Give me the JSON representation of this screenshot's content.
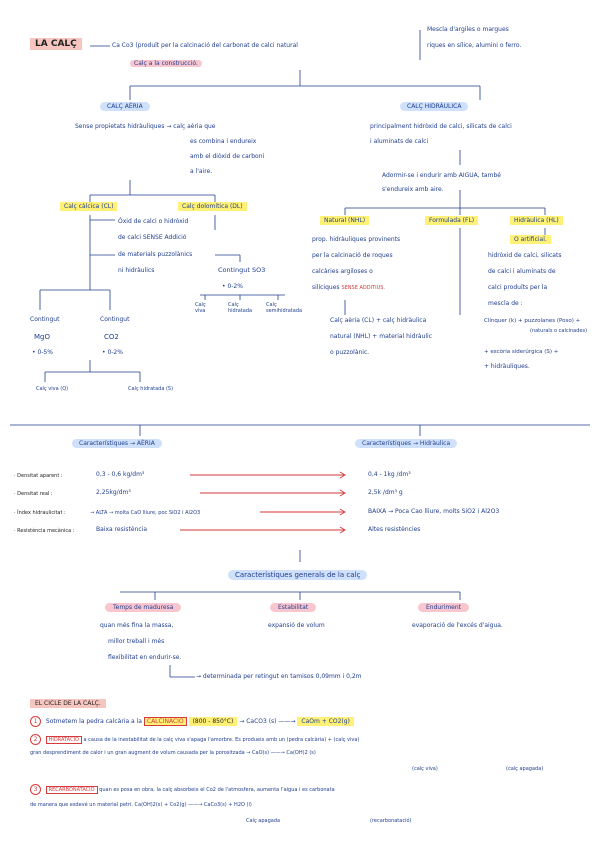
{
  "title": {
    "label": "LA CALÇ",
    "def1": "Ca Co3 (produït per la calcinació del carbonat de calci natural",
    "def2": "Calç a la construcció."
  },
  "note": {
    "l1": "Mescla d'argiles o margues",
    "l2": "riques en sílice, alumini o ferro."
  },
  "aerea": {
    "title": "CALÇ AÈRIA",
    "desc1": "Sense propietats hidràuliques → calç aèria que",
    "desc2": "es combina i endureix",
    "desc3": "amb el diòxid de carboni",
    "desc4": "a l'aire.",
    "calcica": "Calç càlcica (CL)",
    "dolomitica": "Calç dolomítica (DL)",
    "cd1": "Òxid de calci o hidròxid",
    "cd2": "de calci SENSE Addició",
    "cd3": "de materials puzzolànics",
    "cd4": "ni hidràulics",
    "so3": "Contingut SO3",
    "so3v": "• 0-2%",
    "viva": "Calç viva",
    "hidratada": "Calç hidratada",
    "semi": "Calç semihidratada",
    "mgo_t": "Contingut",
    "mgo": "MgO",
    "mgo_v": "• 0-5%",
    "co2_t": "Contingut",
    "co2": "CO2",
    "co2_v": "• 0-2%",
    "viva_q": "Calç viva (Q)",
    "hidratada_s": "Calç hidratada (S)"
  },
  "hidraulica": {
    "title": "CALÇ HIDRÀULICA",
    "d1": "principalment hidròxid de calci, silicats de calci",
    "d2": "i aluminats de calci",
    "d3": "Adormir-se i endurir amb AIGUA, també",
    "d4": "s'endureix amb aire.",
    "natural": "Natural (NHL)",
    "formulada": "Formulada (FL)",
    "hidra": "Hidràulica (HL)",
    "n1": "prop. hidràuliques provinents",
    "n2": "per la calcinació de roques",
    "n3": "calcàries argiloses o",
    "n4": "silíciques",
    "n4b": "SENSE ADDITIUS.",
    "f1": "Calç aèria (CL) + calç hidràulica",
    "f2": "natural (NHL) + material hidràulic",
    "f3": "o puzzolànic.",
    "o_art": "O artificial.",
    "h1": "hidròxid de calci, silicats",
    "h2": "de calci i aluminats de",
    "h3": "calci produïts per la",
    "h4": "mescla de :",
    "h5": "Clínquer (k) + puzzolanes (Poso) +",
    "h6": "(naturals o calcinades)",
    "h7": "+ escòria siderúrgica (S) +",
    "h8": "+ hidràuliques."
  },
  "comp": {
    "left_title": "Característiques → AÈRIA",
    "right_title": "Característiques → Hidràulica",
    "rows": [
      {
        "label": "· Densitat aparent :",
        "left": "0,3 - 0,6 kg/dm³",
        "right": "0,4 - 1kg /dm³"
      },
      {
        "label": "· Densitat real :",
        "left": "2,25kg/dm³",
        "right": "2,5k /dm³     g"
      },
      {
        "label": "· Índex hidraulicitat :",
        "left": "→ ALTA → molta CaO lliure, poc SiO2 i Al2O3",
        "right": "BAIXA → Poca Cao lliure, molts SiO2 i Al2O3"
      },
      {
        "label": "· Resistència mecànica :",
        "left": "Baixa resistència",
        "right": "Altes resistències"
      }
    ]
  },
  "general": {
    "title": "Característiques generals de la calç",
    "c1": "Temps de maduresa",
    "c2": "Estabilitat",
    "c3": "Enduriment",
    "c1a": "quan més fina la massa,",
    "c1b": "millor treball i més",
    "c1c": "flexibilitat en endurir-se.",
    "c2a": "expansió de volum",
    "c3a": "evaporació de l'excés d'aigua.",
    "det": "→ determinada per retingut en tamisos 0,09mm i 0,2m"
  },
  "cycle": {
    "title": "EL CICLE DE LA CALÇ.",
    "s1a": "Sotmetem la pedra calcària a la",
    "s1b": "CALCINACIÓ",
    "s1c": "(800 - 850°C)",
    "s1d": "→ CaCO3 (s) ——→",
    "s1e": "CaOm + CO2(g)",
    "s2a": "HIDRATACIÓ",
    "s2b": "a causa de la inestabilitat de la calç viva s'apaga l'amorbre. Es produeix amb un (pedra calcària) + (calç viva)",
    "s2c": "gran desprendiment de calor i un gran augment de volum causada per la porositzada → CaO(s) ——→ Ca(OH)2 (s)",
    "s2d": "(calç viva)",
    "s2e": "(calç apagada)",
    "s3a": "RECARBONATACIÓ",
    "s3b": "quan es posa en obra, la calç absorbeix el Co2 de l'atmosfera, aumenta l'aigua i es carbonata",
    "s3c": "de manera que esdevé un material petri.   Ca(OH)2(s) + Co2(g) ——→ CaCo3(s) + H2O (l)",
    "s3d": "Calç apagada",
    "s3e": "(recarbonatació)"
  },
  "colors": {
    "ink": "#1f3e8f",
    "red": "#d63a3a",
    "blue_hl": "#cfe0fb",
    "yellow_hl": "#fff176",
    "pink_hl": "#f9c6cf"
  }
}
